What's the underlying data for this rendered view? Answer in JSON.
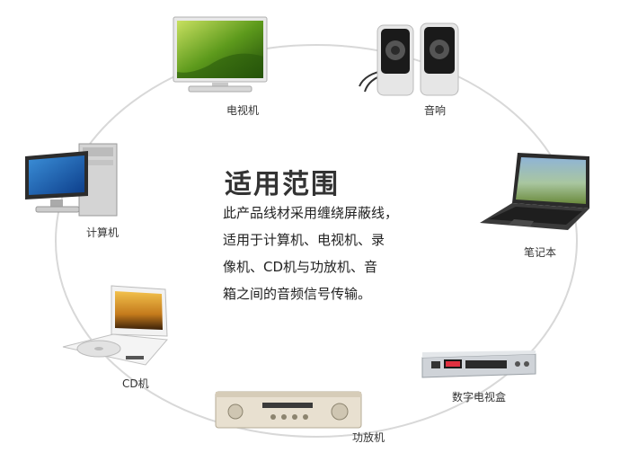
{
  "title": "适用范围",
  "description_lines": [
    "此产品线材采用缠绕屏蔽线，",
    "适用于计算机、电视机、录",
    "像机、CD机与功放机、音",
    "箱之间的音频信号传输。"
  ],
  "devices": [
    {
      "label": "电视机",
      "icon": "tv-icon"
    },
    {
      "label": "音响",
      "icon": "speakers-icon"
    },
    {
      "label": "笔记本",
      "icon": "laptop-icon"
    },
    {
      "label": "数字电视盒",
      "icon": "set-top-box-icon"
    },
    {
      "label": "功放机",
      "icon": "amplifier-icon"
    },
    {
      "label": "CD机",
      "icon": "portable-cd-player-icon"
    },
    {
      "label": "计算机",
      "icon": "desktop-computer-icon"
    }
  ],
  "colors": {
    "ring": "#d8d8d8",
    "text": "#333333",
    "title": "#333333"
  }
}
